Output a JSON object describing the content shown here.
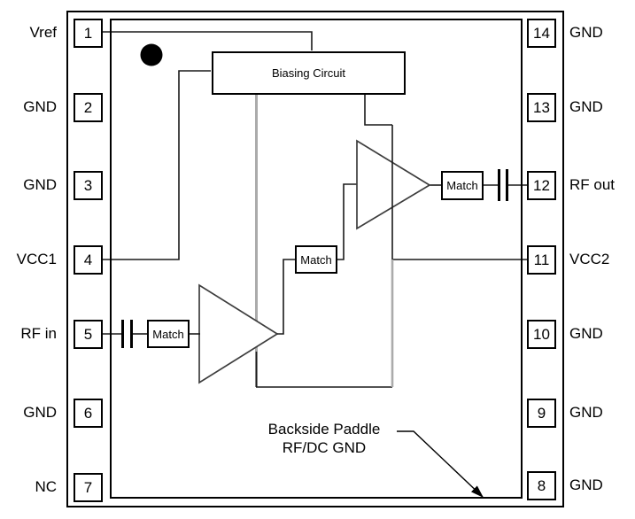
{
  "diagram_title": "",
  "pins": {
    "left": [
      {
        "number": "1",
        "label": "Vref"
      },
      {
        "number": "2",
        "label": "GND"
      },
      {
        "number": "3",
        "label": "GND"
      },
      {
        "number": "4",
        "label": "VCC1"
      },
      {
        "number": "5",
        "label": "RF in"
      },
      {
        "number": "6",
        "label": "GND"
      },
      {
        "number": "7",
        "label": "NC"
      }
    ],
    "right": [
      {
        "number": "14",
        "label": "GND"
      },
      {
        "number": "13",
        "label": "GND"
      },
      {
        "number": "12",
        "label": "RF out"
      },
      {
        "number": "11",
        "label": "VCC2"
      },
      {
        "number": "10",
        "label": "GND"
      },
      {
        "number": "9",
        "label": "GND"
      },
      {
        "number": "8",
        "label": "GND"
      }
    ]
  },
  "blocks": {
    "biasing_label": "Biasing Circuit",
    "match_label": "Match"
  },
  "annotation": {
    "line1": "Backside Paddle",
    "line2": "RF/DC GND"
  },
  "colors": {
    "ink": "#000000",
    "bias_line": "#ababab",
    "amp_outline": "#3d3d3d",
    "background": "#ffffff"
  }
}
